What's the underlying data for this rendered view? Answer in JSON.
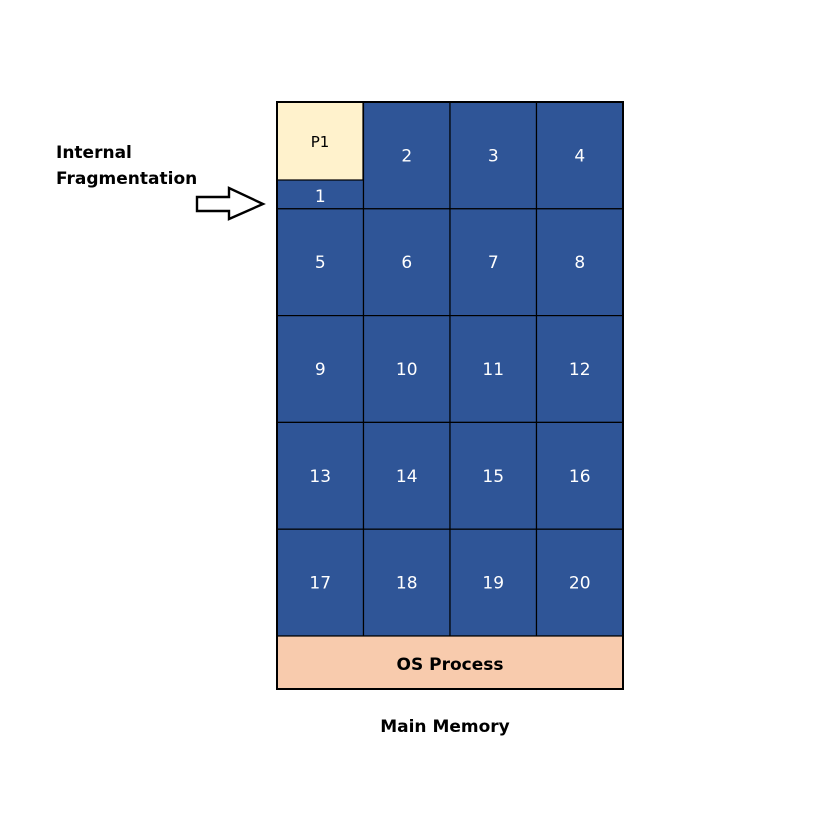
{
  "annotation": {
    "line1": "Internal",
    "line2": "Fragmentation"
  },
  "process": {
    "label": "P1"
  },
  "frames": [
    "1",
    "2",
    "3",
    "4",
    "5",
    "6",
    "7",
    "8",
    "9",
    "10",
    "11",
    "12",
    "13",
    "14",
    "15",
    "16",
    "17",
    "18",
    "19",
    "20"
  ],
  "os": {
    "label": "OS Process"
  },
  "caption": "Main Memory",
  "colors": {
    "frame": "#2f5597",
    "process": "#fff2cc",
    "os": "#f8cbad",
    "border": "#000000"
  }
}
